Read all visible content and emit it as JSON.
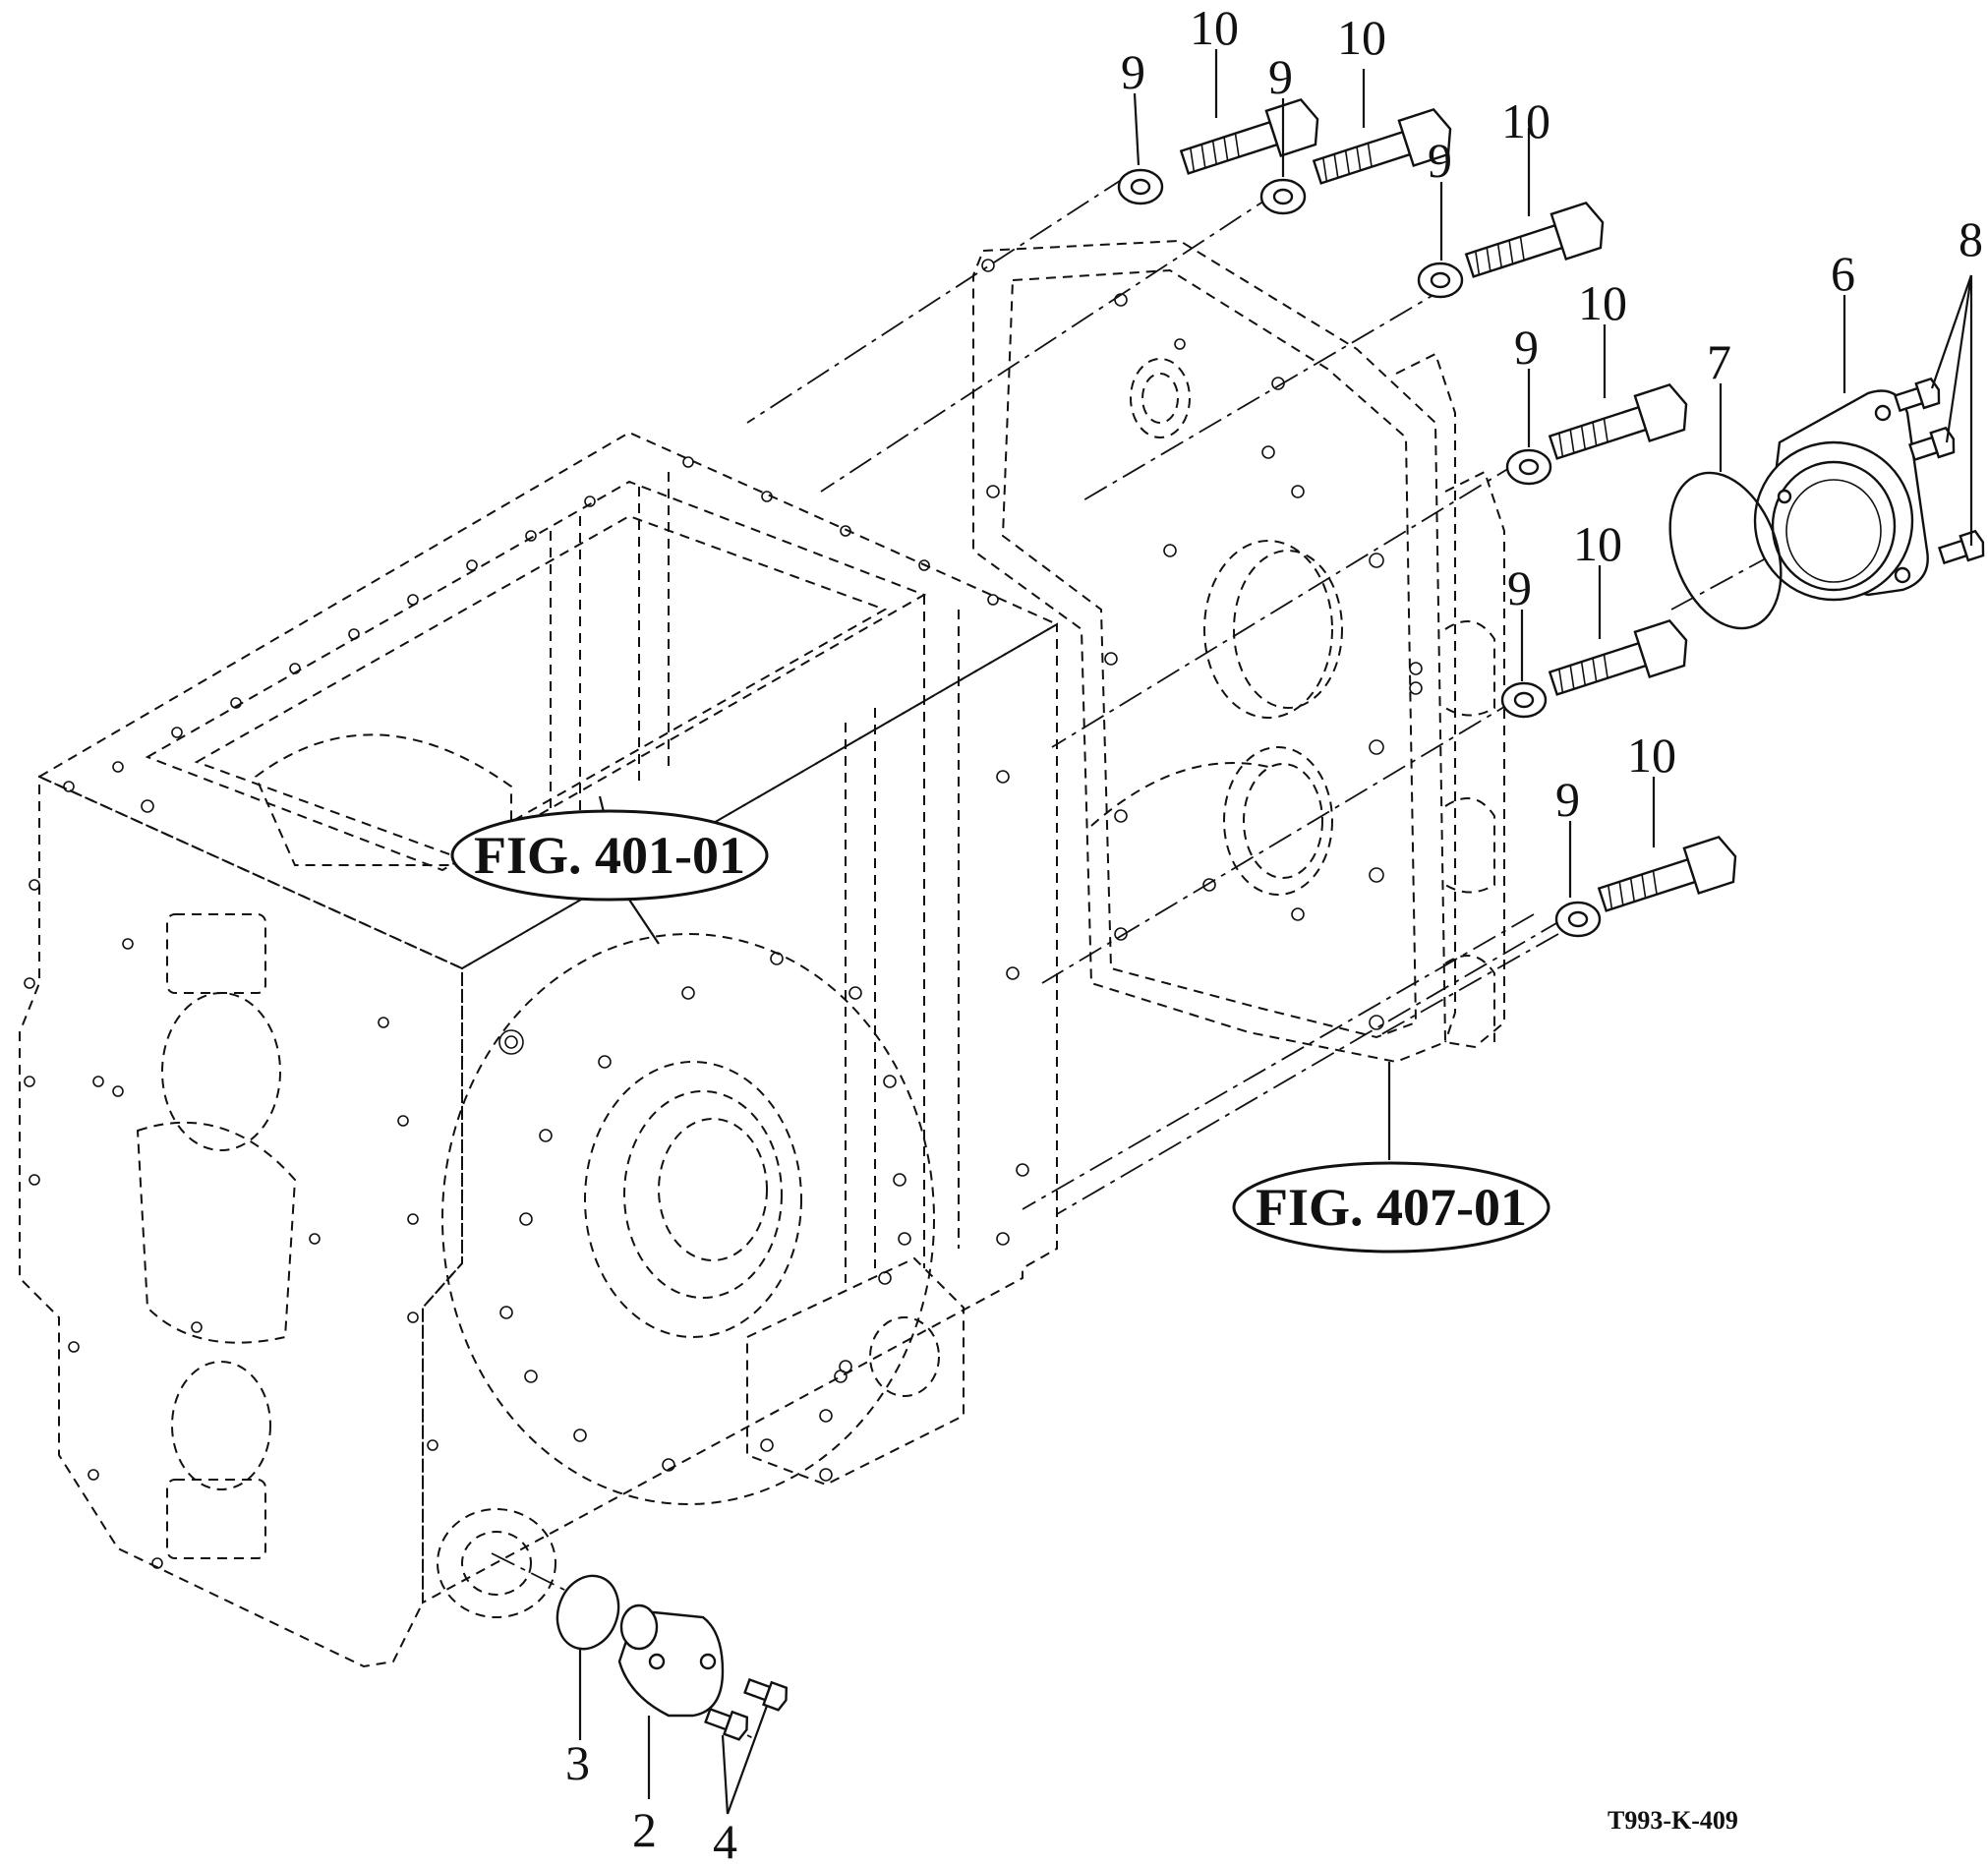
{
  "callouts": {
    "bolt_1": "10",
    "bolt_2": "10",
    "bolt_3": "10",
    "bolt_4": "10",
    "bolt_5": "10",
    "bolt_6": "10",
    "washer_1": "9",
    "washer_2": "9",
    "washer_3": "9",
    "washer_4": "9",
    "washer_5": "9",
    "washer_6": "9",
    "cover": "6",
    "o_ring_large": "7",
    "cover_bolts": "8",
    "small_cover": "2",
    "o_ring_small": "3",
    "small_cover_bolts": "4"
  },
  "figure_refs": {
    "upper": "FIG. 401-01",
    "lower": "FIG. 407-01"
  },
  "drawing_code": "T993-K-409"
}
